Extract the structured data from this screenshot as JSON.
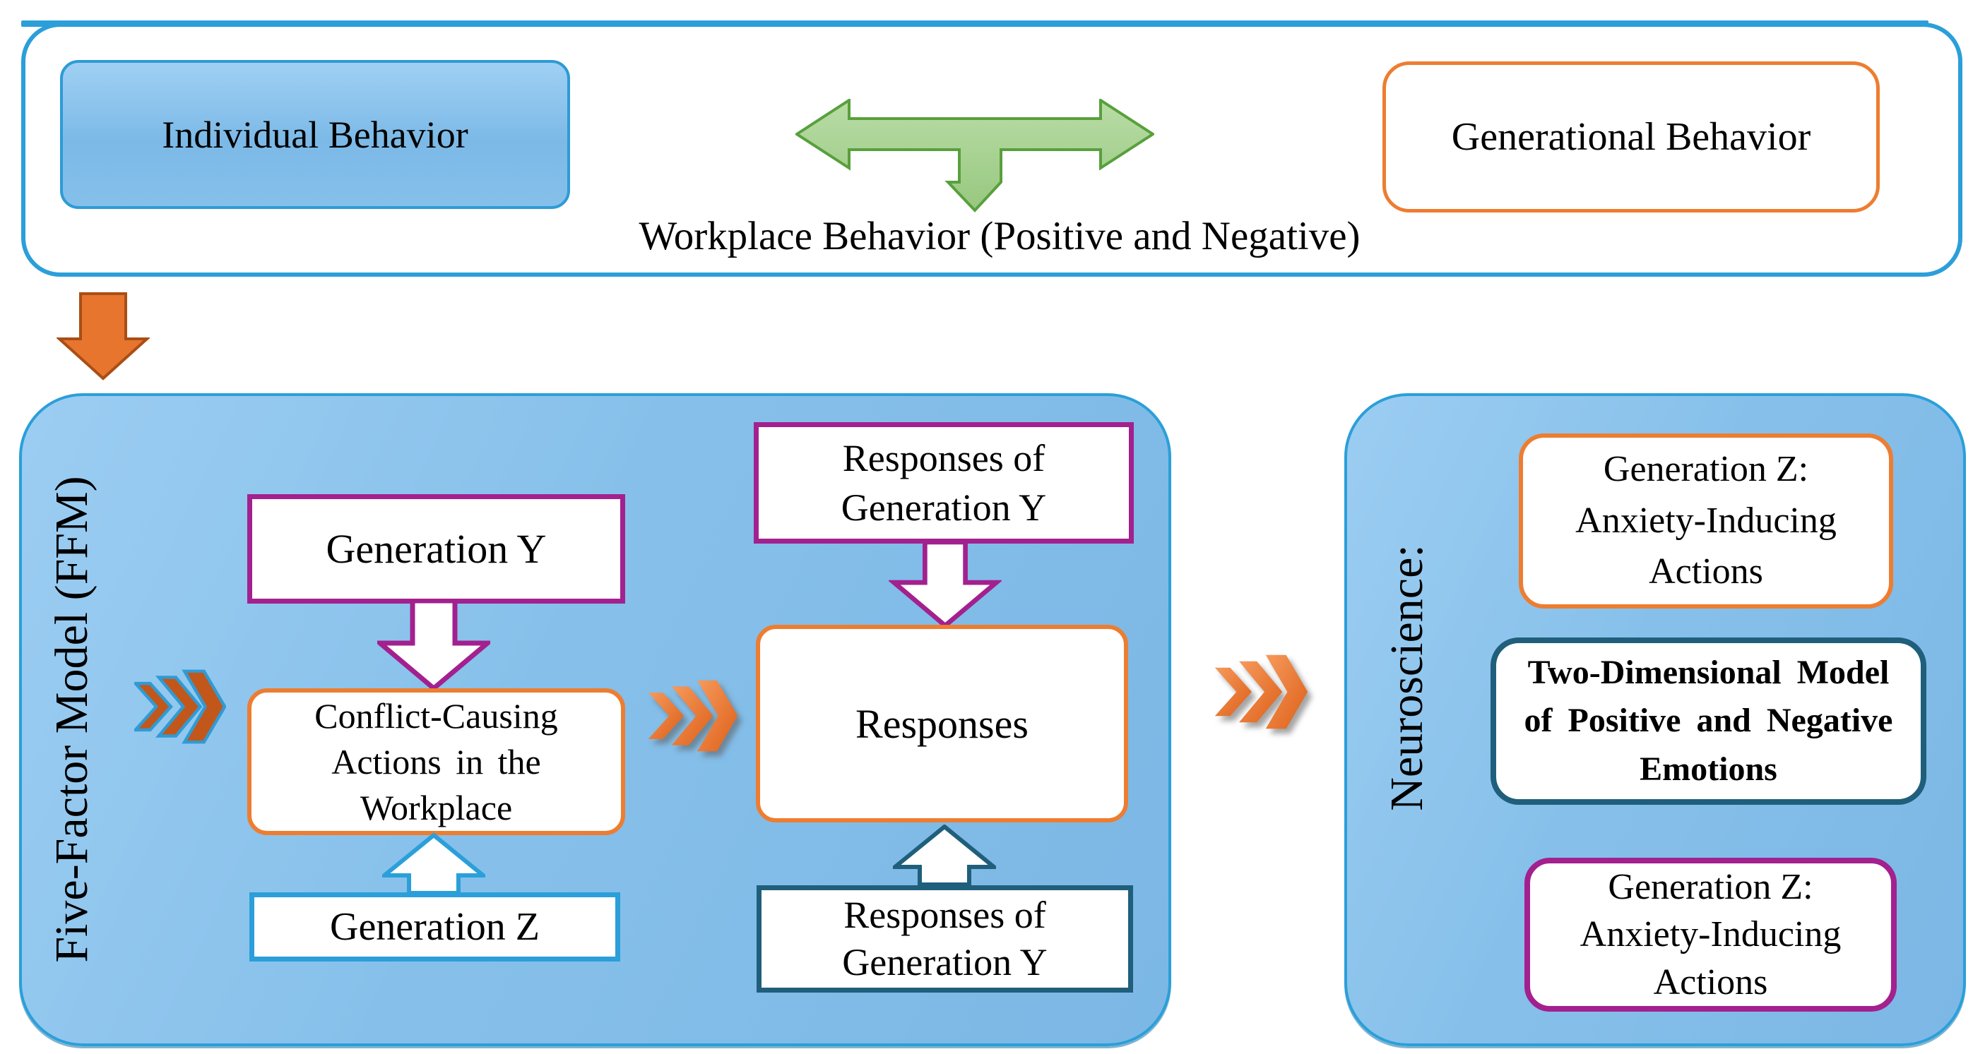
{
  "colors": {
    "blue_border": "#2B9FD9",
    "panel_fill_light": "#9CCDF2",
    "panel_fill_dark": "#7CB7E5",
    "orange": "#ED7D31",
    "orange_arrow_fill": "#E8752E",
    "magenta": "#A3208F",
    "teal": "#1F5F7B",
    "green_fill": "#A9D394",
    "green_stroke": "#58A03C",
    "chevron_outlined_fill": "#C2571B",
    "chevron_gradient_start": "#F69A5D",
    "chevron_gradient_end": "#DD5F17"
  },
  "top_section": {
    "individual_behavior_label": "Individual Behavior",
    "generational_behavior_label": "Generational Behavior",
    "workplace_behavior_label": "Workplace Behavior (Positive and Negative)"
  },
  "ffm_panel": {
    "side_label": "Five-Factor Model (FFM)",
    "generation_y_label": "Generation Y",
    "conflict_actions_label": "Conflict-Causing\nActions in the\nWorkplace",
    "generation_z_label": "Generation Z",
    "responses_of_generation_y_top_label": "Responses of\nGeneration Y",
    "responses_label": "Responses",
    "responses_of_generation_y_bottom_label": "Responses of\nGeneration Y"
  },
  "neuroscience_panel": {
    "side_label": "Neuroscience:",
    "generation_z_anxiety_top_label": "Generation Z:\nAnxiety-Inducing\nActions",
    "two_dimensional_model_label": "Two-Dimensional Model\nof Positive and Negative\nEmotions",
    "generation_z_anxiety_bottom_label": "Generation Z:\nAnxiety-Inducing\nActions"
  },
  "icons": {
    "bidirectional_arrow": "green horizontal double-headed arrow with downward branch",
    "down_block_arrow": "orange block arrow pointing down",
    "flow_chevrons": "triple right-pointing chevrons",
    "callout_down_arrow": "white outlined block arrow pointing down",
    "callout_up_arrow": "white outlined block arrow pointing up"
  }
}
